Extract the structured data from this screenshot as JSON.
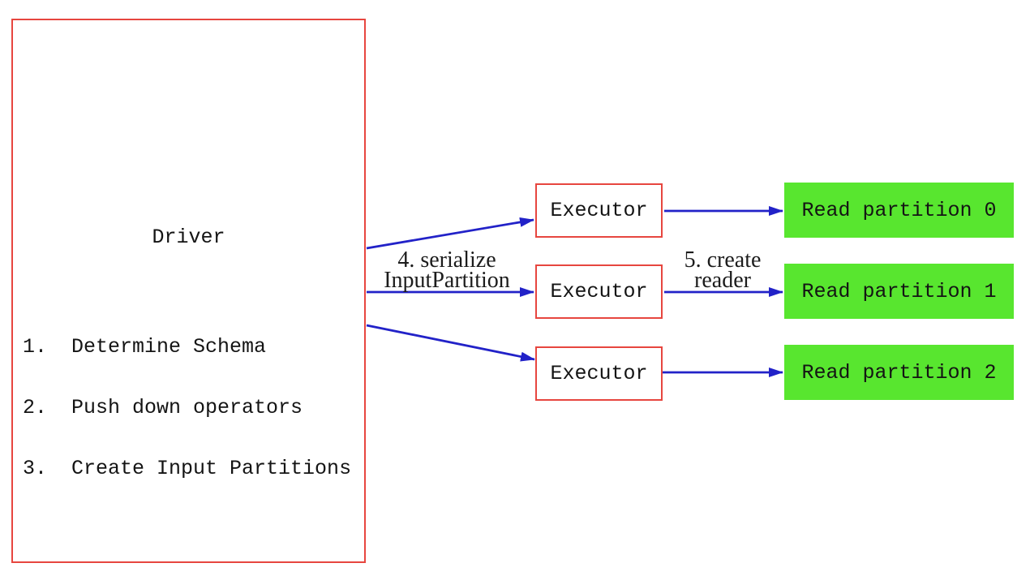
{
  "driver": {
    "title": "Driver",
    "steps": [
      "1.  Determine Schema",
      "2.  Push down operators",
      "3.  Create Input Partitions"
    ]
  },
  "executors": [
    "Executor",
    "Executor",
    "Executor"
  ],
  "partitions": [
    "Read partition 0",
    "Read partition 1",
    "Read partition 2"
  ],
  "edge_labels": {
    "serialize_line1": "4. serialize",
    "serialize_line2": "InputPartition",
    "reader_line1": "5. create",
    "reader_line2": "reader"
  },
  "colors": {
    "box_border_red": "#e7463f",
    "partition_green": "#58e62f",
    "arrow_blue": "#2222c8",
    "text": "#141414",
    "background": "#ffffff"
  }
}
